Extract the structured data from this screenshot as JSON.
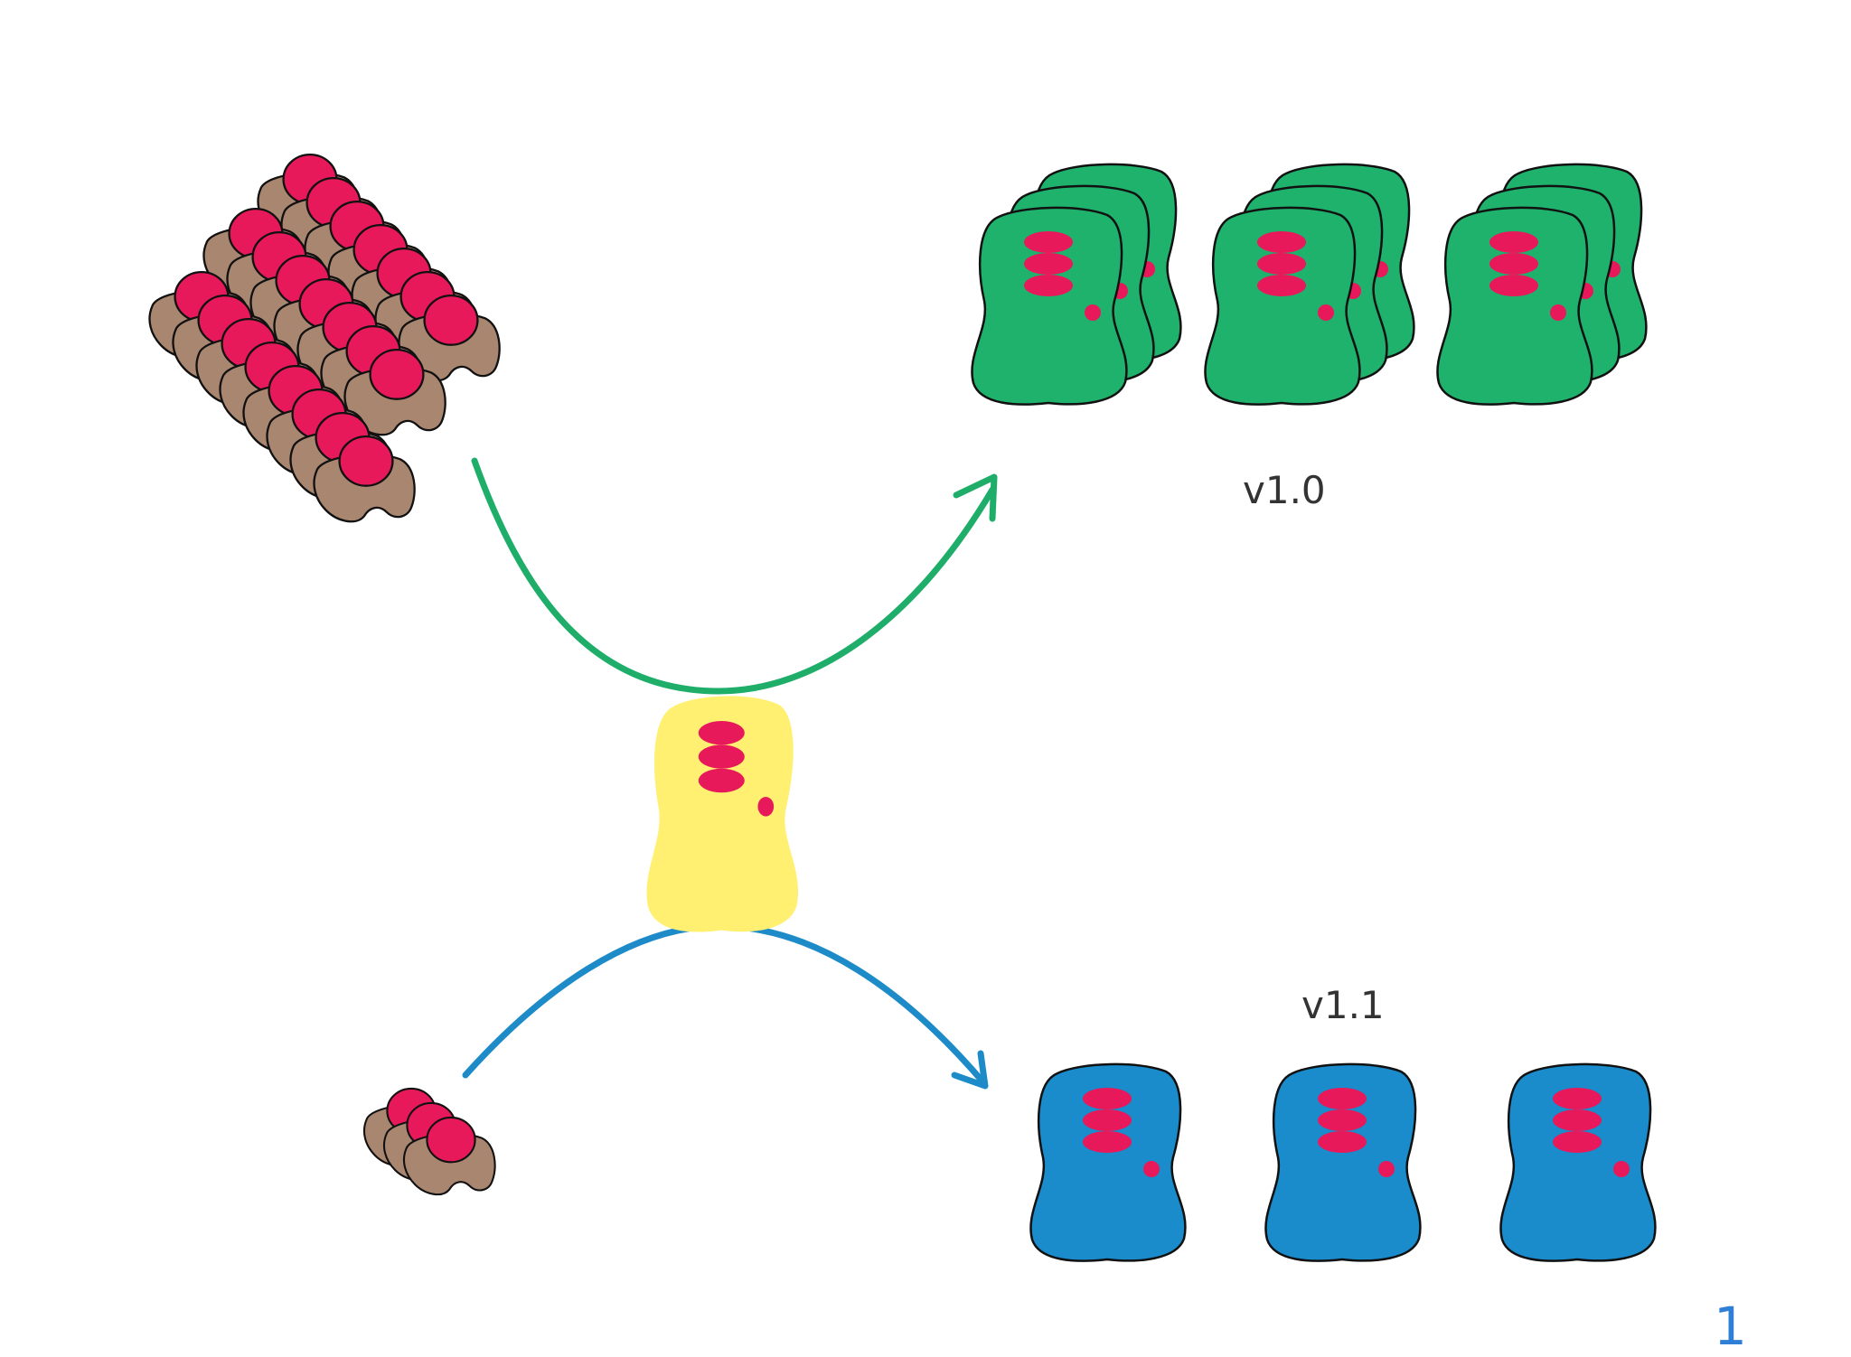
{
  "labels": {
    "version_top": "v1.0",
    "version_bottom": "v1.1"
  },
  "page_number": "1",
  "colors": {
    "background": "#ffffff",
    "brown_token": "#a98670",
    "red_bead": "#e8195a",
    "green_unit": "#1fb26d",
    "blue_unit": "#1a8bcb",
    "yellow_unit": "#fff072",
    "green_arrow": "#1fae6a",
    "blue_arrow": "#1e8bc9",
    "outline": "#111111",
    "text": "#333333",
    "page_number": "#2f7fd6"
  },
  "icons": {
    "large_pile": "brown-token-pile-icon",
    "small_pile": "small-brown-token-pile-icon",
    "green_unit": "green-unit-icon",
    "blue_unit": "blue-unit-icon",
    "yellow_unit": "yellow-template-icon",
    "green_arrow": "green-curved-arrow-icon",
    "blue_arrow": "blue-curved-arrow-icon"
  },
  "groups": {
    "green_stacks": 3,
    "green_layers_per_stack": 3,
    "blue_units": 3,
    "small_pile_tokens": 3
  }
}
